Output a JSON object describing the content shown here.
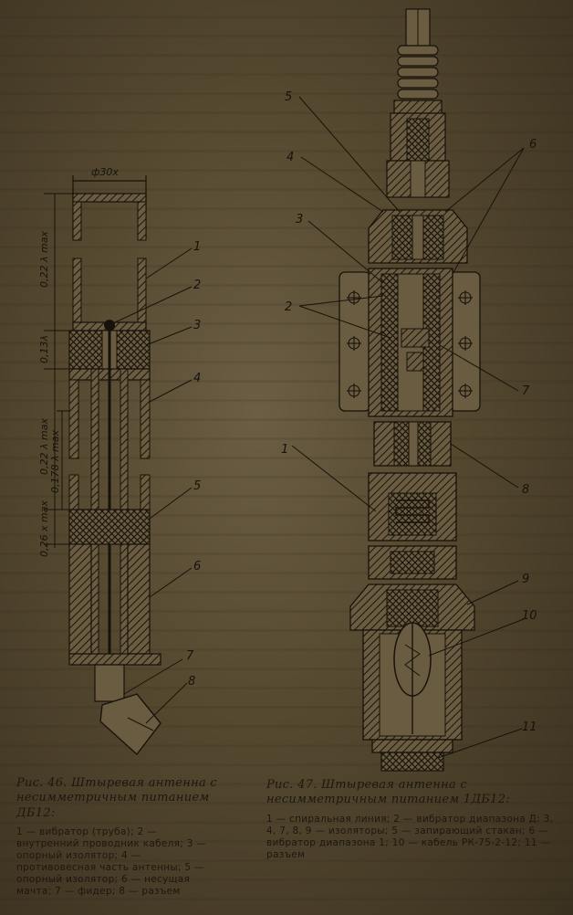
{
  "fig46": {
    "diam_label": "ф30x",
    "dims": [
      "0,22 λ max",
      "0,13λ",
      "0,22 λ max",
      "0,178 λ max",
      "0,26 x max"
    ],
    "numbers": [
      "1",
      "2",
      "3",
      "4",
      "5",
      "6",
      "7",
      "8"
    ],
    "caption_title": "Рис. 46. Штыревая антенна с несимметричным питанием ДБ12:",
    "caption_legend": "1 — вибратор (труба); 2 — внутренний проводник кабеля; 3 — опорный изолятор; 4 — противовесная часть антенны; 5 — опорный изолятор; 6 — несущая мачта; 7 — фидер; 8 — разъем"
  },
  "fig47": {
    "numbers": [
      "5",
      "4",
      "6",
      "3",
      "2",
      "7",
      "1",
      "8",
      "9",
      "10",
      "11"
    ],
    "caption_title": "Рис. 47. Штыревая антенна с несимметричным питанием 1ДБ12:",
    "caption_legend": "1 — спиральная линия; 2 — вибратор диапазона Д: 3, 4, 7, 8, 9 — изоляторы; 5 — запирающий стакан; 6 — вибратор диапазона 1; 10 — кабель РК-75-2-12; 11 — разъем"
  }
}
